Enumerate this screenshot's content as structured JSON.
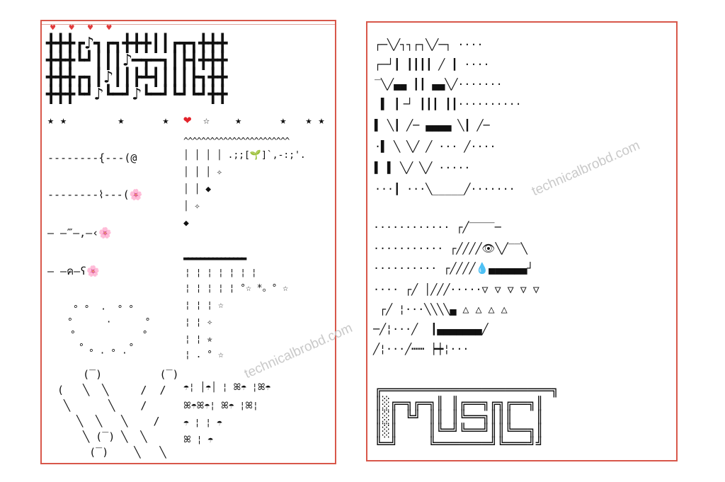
{
  "left": {
    "hearts": "♥ ♥ ♥ ♥",
    "grid": [
      "╋╋╋┏♪┓┏┓╋╋╋┃┃┏┳┓╋╋╋",
      "╋╋╋┗┛┃┃┃♪━┳━┓┃┣┫╋╋╋",
      "╋╋╋┏┓┃♪┃┃┣┻┫┃┃┃┣┓╋╋",
      "╋╋╋┗┛♪┗━┛♪┗━┛┗┛┗┛╋╋"
    ],
    "stars_left": "★ ★        ★      ★",
    "stars_right": "☆    ★      ★   ★ ★",
    "arrows": [
      "--------{---(@",
      "--------⌇---(🌸",
      "— —‴—,—‹🌸",
      "— —ค—ʕ🌸"
    ],
    "heart_dots": [
      "° °  ·  ° °",
      "°      ·      °",
      "°            °",
      "°        °",
      "° · ° ·"
    ],
    "sketch": [
      "    (‾)         (‾)",
      "(   ╲  ╲     /  /",
      " ╲      ╲    /",
      "   ╲  ╲   ╲    /",
      "    ╲ (‾) ╲  ╲",
      "     (‾)    ╲   ╲"
    ],
    "rain1": [
      "^^^^^^^^^^^^^^^^^^^^^^^^",
      "│ │ │ │ .;;[🌱]`,-:;'.",
      "│ │ │ ✧",
      "│ │ ◆",
      "│ ✧",
      "◆"
    ],
    "rain2": [
      "▬▬▬▬▬▬▬▬▬▬▬▬▬▬▬",
      "¦ ¦ ¦ ¦ ¦ ¦ ¦",
      "¦ ¦ ¦ ¦ ¦ °☆ *。° ☆",
      "¦ ¦ ¦ ☆",
      "¦ ¦ ✧",
      "¦ ¦ ✯",
      "¦ . ° ☆"
    ],
    "umbrella": [
      "☂¦ │☂│ ¦ ꕤ☂ ¦ꕤ☂",
      "ꕤ☂ꕤ☂¦ ꕤ☂ ¦ꕤ¦",
      "☂ ¦ ¦ ☂",
      "ꕤ ¦ ☂"
    ]
  },
  "right": {
    "block1": [
      "┌─╲╱┐┐┌┐╲╱─┐ ····",
      "┌─┘┃ ┃┃┃┃ ╱ ┃ ····",
      "‾╲╱▄▄ ┃┃ ▄▄╲╱·······",
      " ▌ ┃╶┘ ┃┃┃ ┃┃··········",
      "▌ ╲┃ ╱─ ▄▄▄▄ ╲┃ ╱─",
      "·▌ ╲ ╲╱ ╱ ··· ╱····",
      "▌ ▌ ╲╱ ╲╱ ·····",
      "···┃ ···╲_____╱·······"
    ],
    "block2": [
      "············ ┌╱‾‾‾‾─",
      "··········· ┌╱╱╱╱👁╲╱‾‾╲",
      "·········· ┌╱╱╱╱💧▄▄▄▄▄▄┘",
      "···· ┌╱ │╱╱╱·····▽ ▽ ▽ ▽ ▽",
      " ┌╱ ¦···╲╲╲╲▄ △ △ △ △",
      "─╱¦···╱  ┃▄▄▄▄▄▄▄╱",
      "╱¦···╱┅┅ ┝┿¦···"
    ],
    "music": [
      "╔══════════════════════╗",
      "║░╔═╗╔═╗║ ║╔══╗╔╗╔══╗║",
      "║░║ ╚╝ ║║ ║╚══╗║║║   ║",
      "║░║    ║╚═╝╚══╝║║╚══╗║",
      "╚═╝    ╚═══════╝╚═══╝╝"
    ]
  },
  "watermark": "technicalbrobd.com",
  "colors": {
    "border": "#d8574a",
    "heart": "#e3232b",
    "watermark": "#c9c9c9",
    "ink": "#111111"
  }
}
